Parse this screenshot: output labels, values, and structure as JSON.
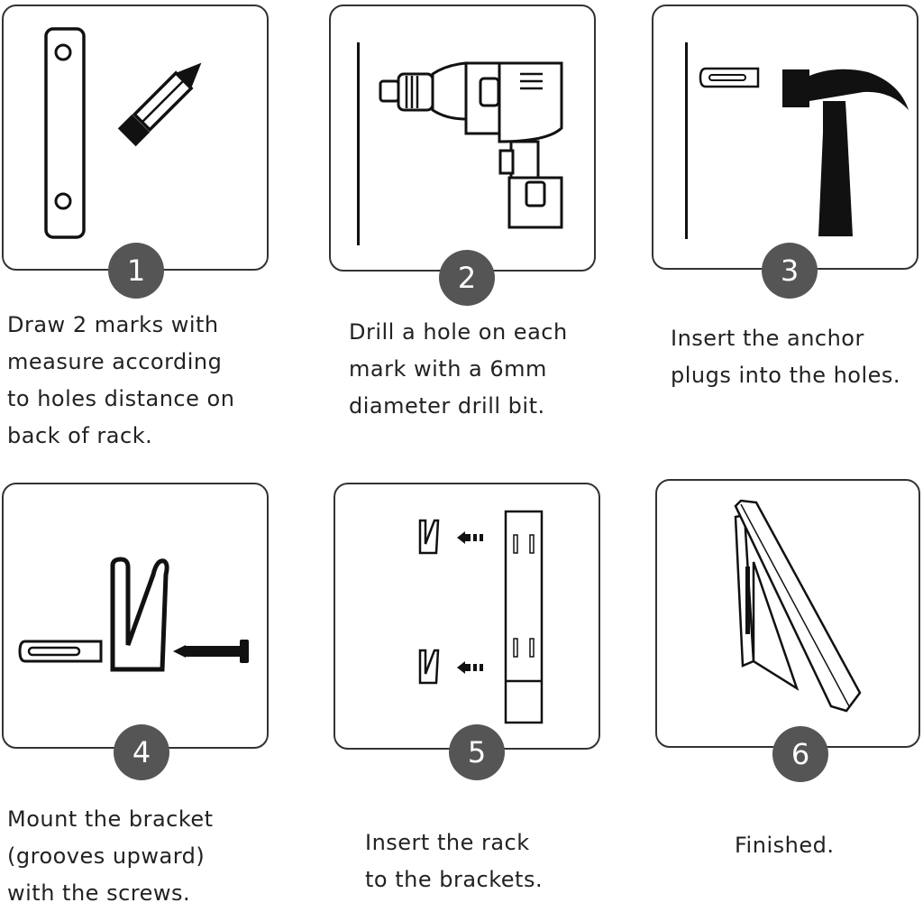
{
  "title": "Wall rack installation steps",
  "colors": {
    "border": "#333333",
    "badge": "#555555",
    "ink": "#111111",
    "text": "#222222"
  },
  "steps": [
    {
      "number": "1",
      "icons": [
        "rack-back-icon",
        "pencil-icon"
      ],
      "caption": "Draw 2 marks with\nmeasure according\nto holes distance on\nback of rack."
    },
    {
      "number": "2",
      "icons": [
        "wall-line-icon",
        "drill-icon"
      ],
      "caption": "Drill a hole on each\nmark with a 6mm\ndiameter drill bit."
    },
    {
      "number": "3",
      "icons": [
        "wall-line-icon",
        "anchor-plug-icon",
        "hammer-icon"
      ],
      "caption": "Insert the anchor\nplugs into the holes."
    },
    {
      "number": "4",
      "icons": [
        "anchor-plug-icon",
        "bracket-icon",
        "screw-icon"
      ],
      "caption": "Mount the bracket\n(grooves upward)\nwith the screws."
    },
    {
      "number": "5",
      "icons": [
        "bracket-icon",
        "arrow-left-icon",
        "rack-side-icon"
      ],
      "caption": "Insert the rack\nto the brackets."
    },
    {
      "number": "6",
      "icons": [
        "mounted-rack-icon"
      ],
      "caption": "Finished."
    }
  ]
}
